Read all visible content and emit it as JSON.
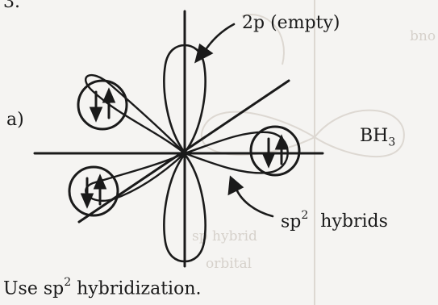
{
  "header_fragment": "3.",
  "labels": {
    "part": "a)",
    "empty_orbital_prefix": "2p",
    "empty_orbital_suffix": "(empty)",
    "molecule_base": "BH",
    "molecule_sub": "3",
    "hybrids_base": "sp",
    "hybrids_sup": "2",
    "hybrids_word": "hybrids",
    "caption_prefix": "Use sp",
    "caption_sup": "2",
    "caption_suffix": "hybridization."
  },
  "colors": {
    "ink": "#1a1a1a",
    "paper": "#f5f4f2",
    "ghost": "#cfcac4"
  },
  "ghost_text": [
    "bno",
    "sp hybrid",
    "orbital"
  ]
}
